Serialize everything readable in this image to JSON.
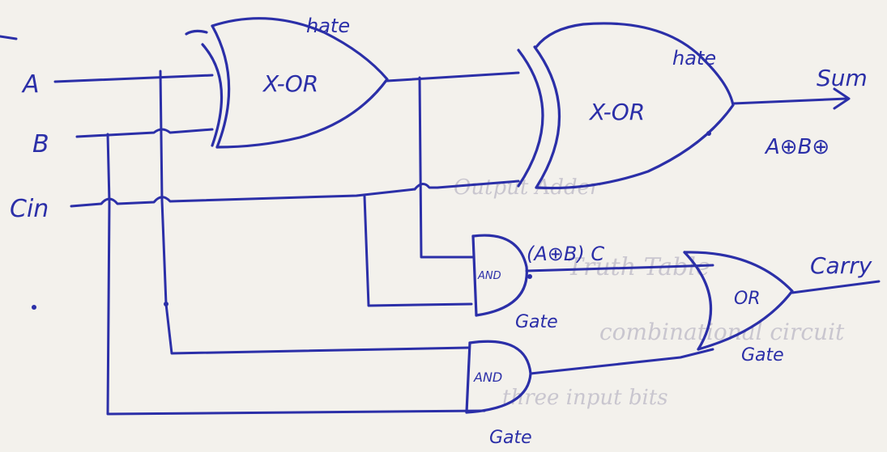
{
  "inputs": {
    "a": "A",
    "b": "B",
    "cin": "Cin"
  },
  "gates": {
    "xor1": {
      "type": "X-OR",
      "note": "hate"
    },
    "xor2": {
      "type": "X-OR",
      "note": "hate"
    },
    "and1": {
      "type": "AND",
      "note": "Gate"
    },
    "and2": {
      "type": "AND",
      "note": "Gate"
    },
    "or1": {
      "type": "OR",
      "note": "Gate"
    }
  },
  "outputs": {
    "sum": "Sum",
    "sum_expr": "A⊕B⊕",
    "and1_expr": "(A⊕B) C",
    "carry": "Carry"
  },
  "colors": {
    "ink": "#2b2fa8",
    "paper": "#f3f1ec"
  }
}
